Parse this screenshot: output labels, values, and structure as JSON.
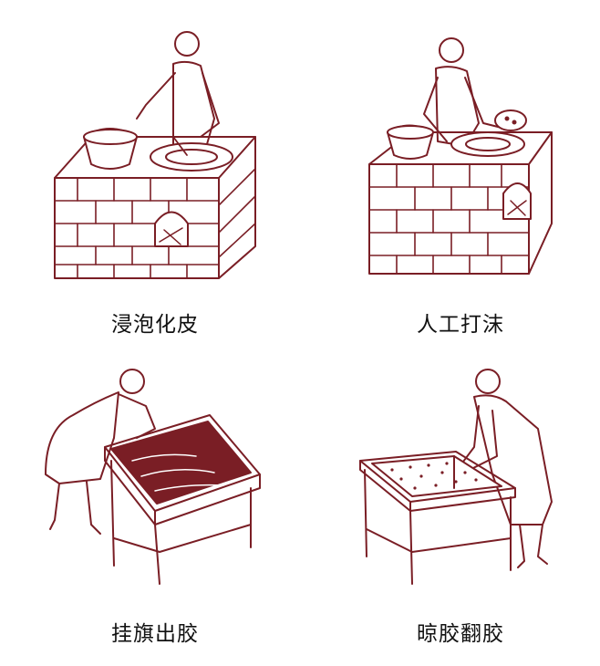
{
  "colors": {
    "line": "#7a1e25",
    "fill": "#7a1e25",
    "paper": "#ffffff",
    "text": "#111111"
  },
  "panels": [
    {
      "caption": "浸泡化皮"
    },
    {
      "caption": "人工打沫"
    },
    {
      "caption": "挂旗出胶"
    },
    {
      "caption": "晾胶翻胶"
    }
  ]
}
